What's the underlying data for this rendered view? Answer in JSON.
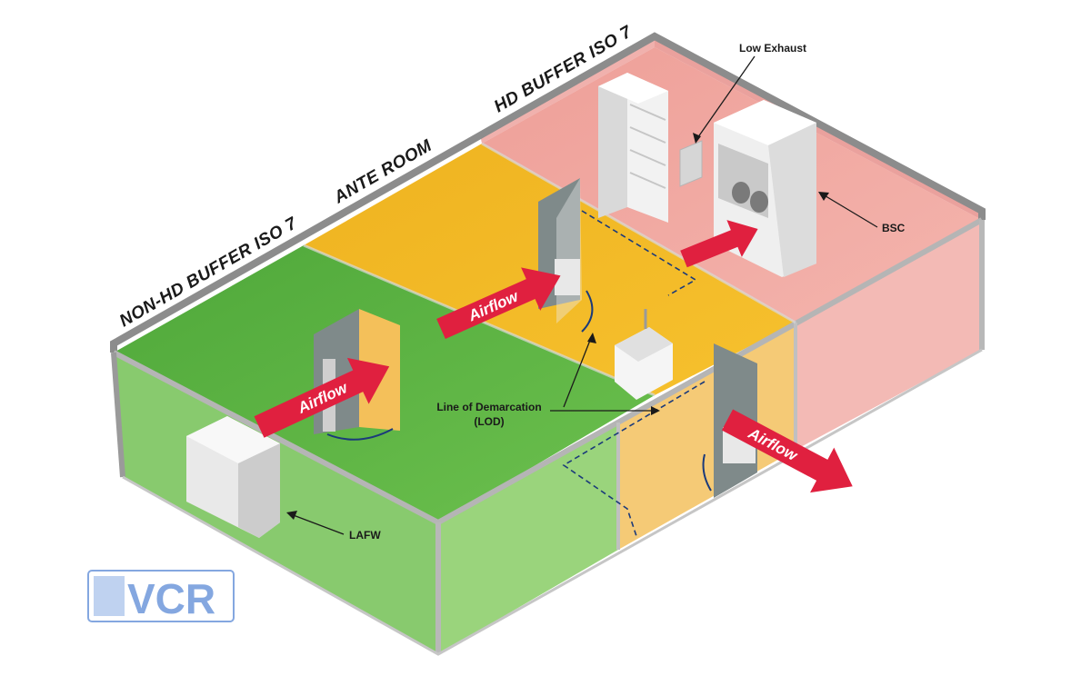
{
  "rooms": {
    "non_hd_buffer": "NON-HD BUFFER ISO 7",
    "ante_room": "ANTE ROOM",
    "hd_buffer": "HD BUFFER ISO 7"
  },
  "callouts": {
    "low_exhaust": "Low Exhaust",
    "bsc": "BSC",
    "lafw": "LAFW",
    "lod_line1": "Line of Demarcation",
    "lod_line2": "(LOD)"
  },
  "arrows": {
    "airflow_1": "Airflow",
    "airflow_2": "Airflow",
    "airflow_3": "Airflow"
  },
  "logo": {
    "text": "VCR"
  },
  "colors": {
    "non_hd_green": "#6ab04a",
    "ante_yellow": "#f2b41f",
    "hd_pink": "#f0a6a0",
    "airflow_red": "#e0203f",
    "wall_gray": "#8c8c8c"
  }
}
